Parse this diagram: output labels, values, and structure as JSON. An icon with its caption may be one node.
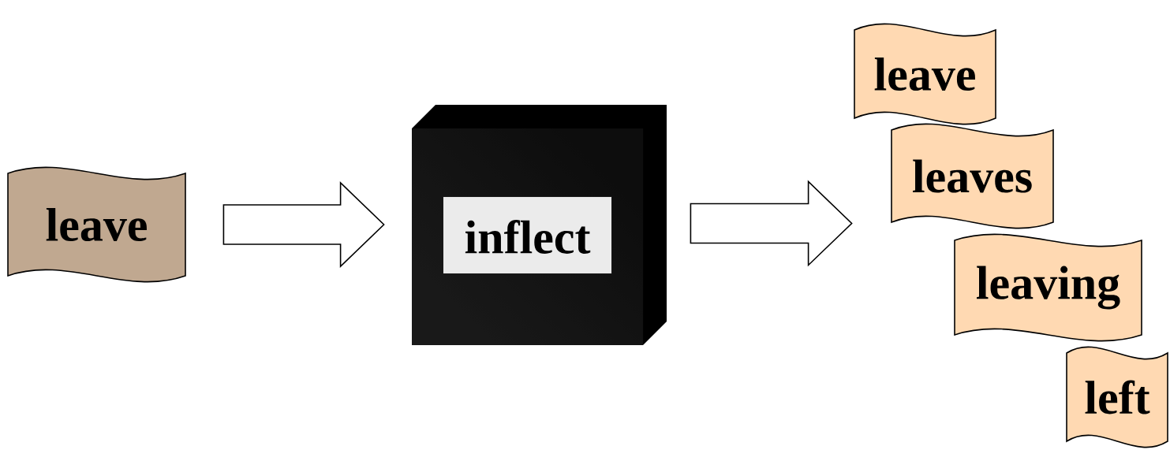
{
  "diagram": {
    "nodes": [
      {
        "text": [
          "leave"
        ]
      },
      {
        "text": [
          "inflect"
        ]
      },
      {
        "text": [
          "leave"
        ]
      },
      {
        "text": [
          "leaves"
        ]
      },
      {
        "text": [
          "leaving"
        ]
      },
      {
        "text": [
          "left"
        ]
      }
    ],
    "edges": [
      {
        "from": 0,
        "to": 1,
        "arrow": "to"
      },
      {
        "from": 1,
        "to": 3,
        "arrow": "to"
      }
    ]
  }
}
